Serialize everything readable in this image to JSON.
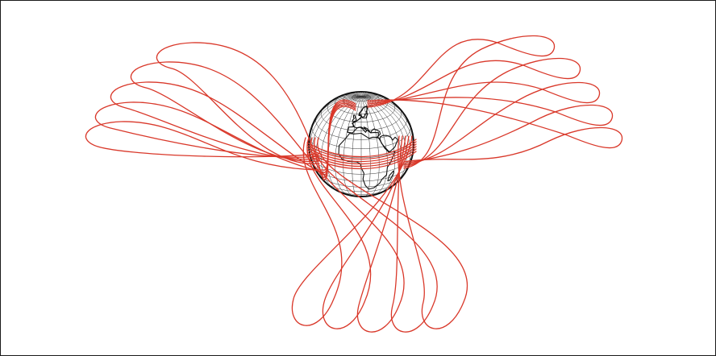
{
  "figure": {
    "orbit_color": "#d9382a",
    "globe_outline_color": "#111111",
    "graticule_color": "#333333",
    "land_color": "#111111",
    "background_color": "#ffffff",
    "lobes": [
      {
        "name": "upper-left-lobes",
        "count": 5
      },
      {
        "name": "upper-right-lobes",
        "count": 5
      },
      {
        "name": "lower-lobes",
        "count": 5
      }
    ]
  }
}
